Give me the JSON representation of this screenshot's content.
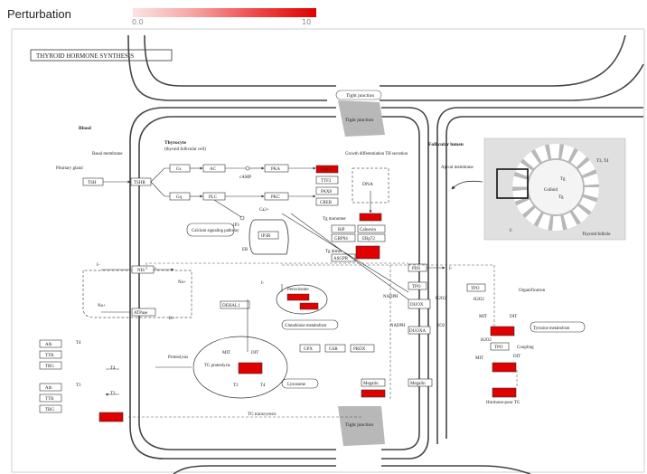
{
  "legend": {
    "title": "Perturbation",
    "min_label": "0.0",
    "max_label": "10",
    "color_low": "#fbe3e3",
    "color_high": "#e00000"
  },
  "pathway": {
    "title": "THYROID HORMONE SYNTHESIS",
    "compartments": {
      "tight_junction": "Tight junction",
      "blood": "Blood",
      "basal_membrane": "Basal membrane",
      "thyrocyte": "Thyrocyte",
      "thyrocyte_sub": "(thyroid follicular cell)",
      "follicular_lumen": "Follicular lumen",
      "apical_membrane": "Apical membrane",
      "colloid": "Colloid",
      "thyroid_follicle": "Thyroid follicle",
      "er": "ER"
    },
    "genes": {
      "tsh": "TSH",
      "tshr": "TSHR",
      "gs": "Gs",
      "gq": "Gq",
      "ac": "AC",
      "plc": "PLC",
      "pka": "PKA",
      "pkc": "PKC",
      "ttf1": "TTF1",
      "ttf2": "TTF2",
      "pax8": "PAX8",
      "creb": "CREB",
      "bip": "BiP",
      "grp94": "GRP94",
      "calnexin": "Calnexin",
      "erp72": "ERp72",
      "asgpr": "ASGPR",
      "iptr": "IP3R",
      "nis": "NIS",
      "atpase": "ATPase",
      "dehal1": "DEHAL1",
      "pds": "PDS",
      "tpo_apical": "TPO",
      "tpo_right": "TPO",
      "tpo_lower": "TPO",
      "duox": "DUOX",
      "duoxa": "DUOXA",
      "gpx": "GPX",
      "gsr": "GSR",
      "prdx": "PRDX",
      "megalin": "Megalin",
      "alb": "Alb",
      "ttr": "TTR",
      "tbg": "TBG"
    },
    "nodes": {
      "pituitary": "Pituitary gland",
      "camp": "cAMP",
      "ip3": "IP3",
      "ca": "Ca2+",
      "calcium_pathway": "Calcium signaling pathway",
      "dna": "DNA",
      "gene_expr": "Growth differentiation TH secretion",
      "tg_monomer": "Tg monomer",
      "tg_dimer": "Tg dimer",
      "iodide": "I-",
      "na": "Na+",
      "k": "K+",
      "i_minus": "I-",
      "peroxisome": "Peroxisome",
      "glutathione": "Glutathione metabolism",
      "tyrosine": "Tyrosine metabolism",
      "lysosome": "Lysosome",
      "organification": "Organification",
      "coupling": "Coupling",
      "h2o2": "H2O2",
      "nadph": "NADPH",
      "nadp": "NADP+",
      "o2": "2O2",
      "mit": "MIT",
      "dit": "DIT",
      "t3": "T3",
      "t4": "T4",
      "t3t4": "T3, T4",
      "tg_proteolysis": "TG proteolysis",
      "tg_transcytosis": "TG transcytosis",
      "hormone_poor_tg": "Hormone-poor TG",
      "tg": "Tg",
      "proteolysis_label": "Proteolysis"
    },
    "perturbed_red": "#e00000",
    "perturbed_mid": "#ea3a3a"
  }
}
